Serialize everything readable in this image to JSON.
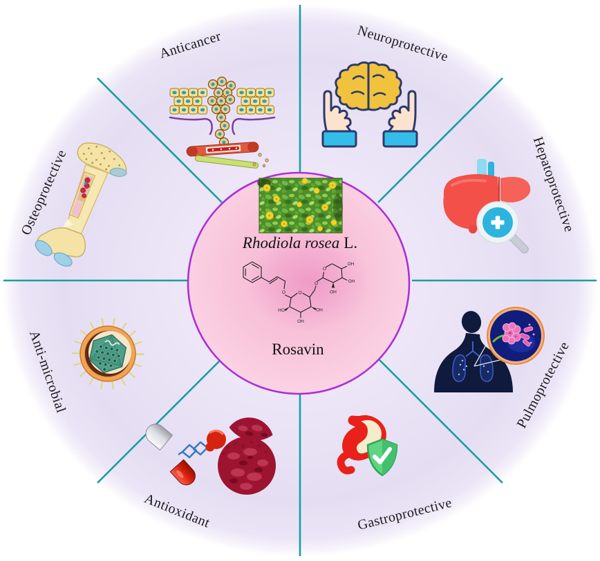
{
  "figure": {
    "type": "radial-sector-diagram",
    "center": {
      "plant_name_italic": "Rhodiola rosea",
      "plant_name_suffix": "L.",
      "compound_name": "Rosavin",
      "plant_photo": "rhodiola-rosea-flowering-plant-photo"
    },
    "sectors": [
      {
        "label": "Anticancer",
        "icon": "tumor-tissue-invasion"
      },
      {
        "label": "Neuroprotective",
        "icon": "hands-holding-brain"
      },
      {
        "label": "Hepatoprotective",
        "icon": "liver-with-magnifier"
      },
      {
        "label": "Pulmoprotective",
        "icon": "lungs-infection-magnified"
      },
      {
        "label": "Gastroprotective",
        "icon": "stomach-with-shield-check"
      },
      {
        "label": "Antioxidant",
        "icon": "capsule-spring-glove-breaking-free-radical"
      },
      {
        "label": "Anti-microbial",
        "icon": "virus-cross-section"
      },
      {
        "label": "Osteoprotective",
        "icon": "bone-cross-section"
      }
    ],
    "molecule_atom_labels": [
      "O",
      "O",
      "HO",
      "OH",
      "OH",
      "O",
      "O",
      "OH",
      "OH",
      "OH"
    ],
    "colors": {
      "background": "#ffffff",
      "wheel_fill": "#e8e2f5",
      "divider_line": "#17a09b",
      "center_fill": "#f9cadd",
      "center_border": "#ab2fd6",
      "label_text": "#1a1a1a"
    }
  }
}
